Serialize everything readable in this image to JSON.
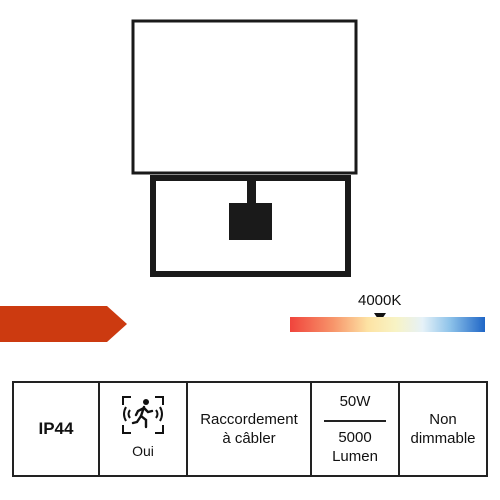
{
  "colors": {
    "drawing_stroke": "#1a1a1a",
    "arrow": "#cc3a10",
    "table_border": "#222222"
  },
  "color_temperature": {
    "label": "4000K",
    "marker_fraction": 0.46
  },
  "specs": {
    "ip_rating": "IP44",
    "sensor": {
      "icon": "motion-sensor-icon",
      "label": "Oui"
    },
    "connection": {
      "line1": "Raccordement",
      "line2": "à câbler"
    },
    "power": "50W",
    "lumen": {
      "line1": "5000",
      "line2": "Lumen"
    },
    "dimming": {
      "line1": "Non",
      "line2": "dimmable"
    }
  }
}
